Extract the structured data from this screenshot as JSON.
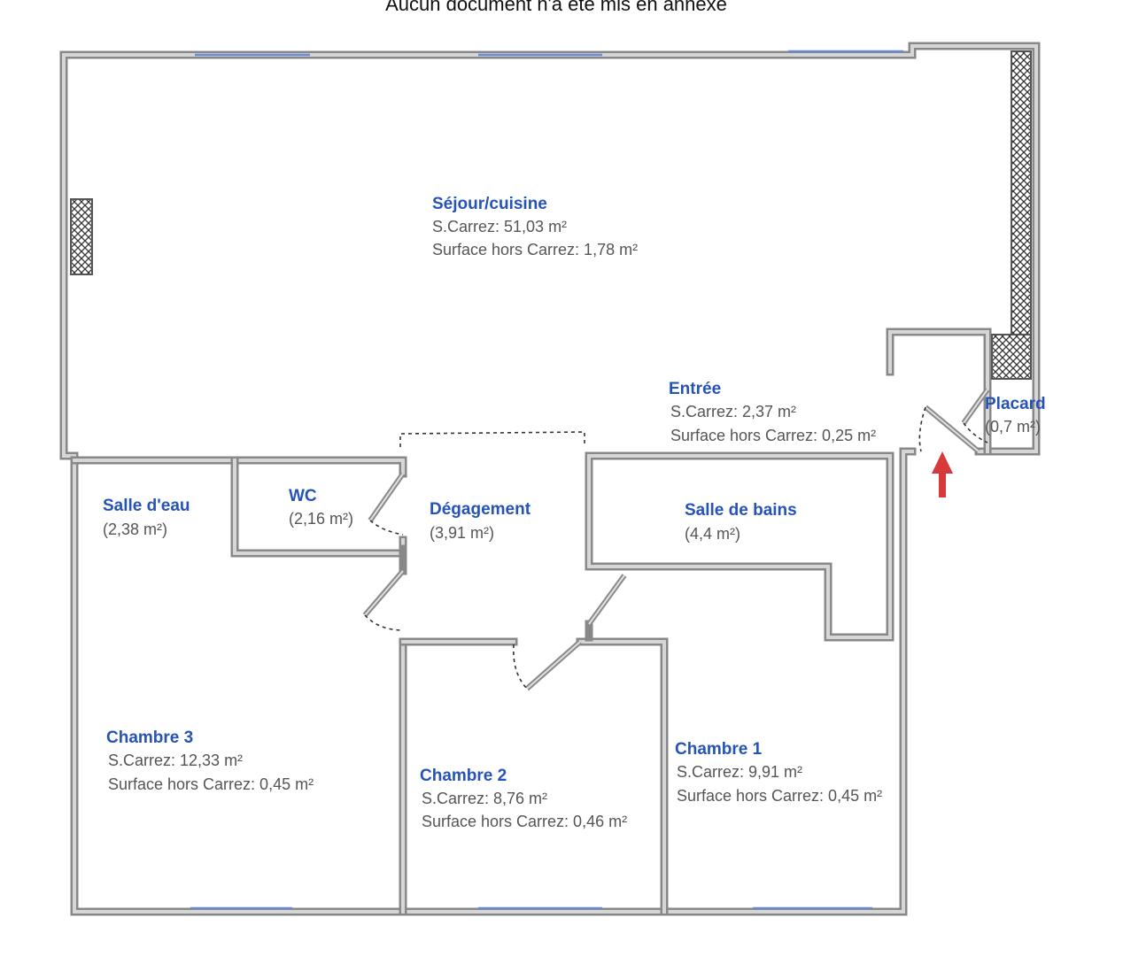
{
  "header": {
    "text": "Aucun document n'a été mis en annexe"
  },
  "rooms": [
    {
      "key": "sejour",
      "name": "Séjour/cuisine",
      "lines": [
        "S.Carrez: 51,03 m²",
        "Surface hors Carrez: 1,78 m²"
      ]
    },
    {
      "key": "entree",
      "name": "Entrée",
      "lines": [
        "S.Carrez: 2,37 m²",
        "Surface hors Carrez: 0,25 m²"
      ]
    },
    {
      "key": "placard",
      "name": "Placard",
      "lines": [
        "(0,7 m²)"
      ]
    },
    {
      "key": "salle-eau",
      "name": "Salle d'eau",
      "lines": [
        "(2,38 m²)"
      ]
    },
    {
      "key": "wc",
      "name": "WC",
      "lines": [
        "(2,16 m²)"
      ]
    },
    {
      "key": "degagement",
      "name": "Dégagement",
      "lines": [
        "(3,91 m²)"
      ]
    },
    {
      "key": "salle-bains",
      "name": "Salle de bains",
      "lines": [
        "(4,4 m²)"
      ]
    },
    {
      "key": "chambre-3",
      "name": "Chambre 3",
      "lines": [
        "S.Carrez: 12,33 m²",
        "Surface hors Carrez: 0,45 m²"
      ]
    },
    {
      "key": "chambre-2",
      "name": "Chambre 2",
      "lines": [
        "S.Carrez: 8,76 m²",
        "Surface hors Carrez: 0,46 m²"
      ]
    },
    {
      "key": "chambre-1",
      "name": "Chambre 1",
      "lines": [
        "S.Carrez: 9,91 m²",
        "Surface hors Carrez: 0,45 m²"
      ]
    }
  ],
  "colors": {
    "room_label": "#2553b8",
    "area_text": "#555555",
    "wall": "#888888",
    "window": "#6a8ad8",
    "entrance_arrow": "#d63a3a"
  },
  "icons": {
    "entrance": "red-arrow-up-icon"
  }
}
